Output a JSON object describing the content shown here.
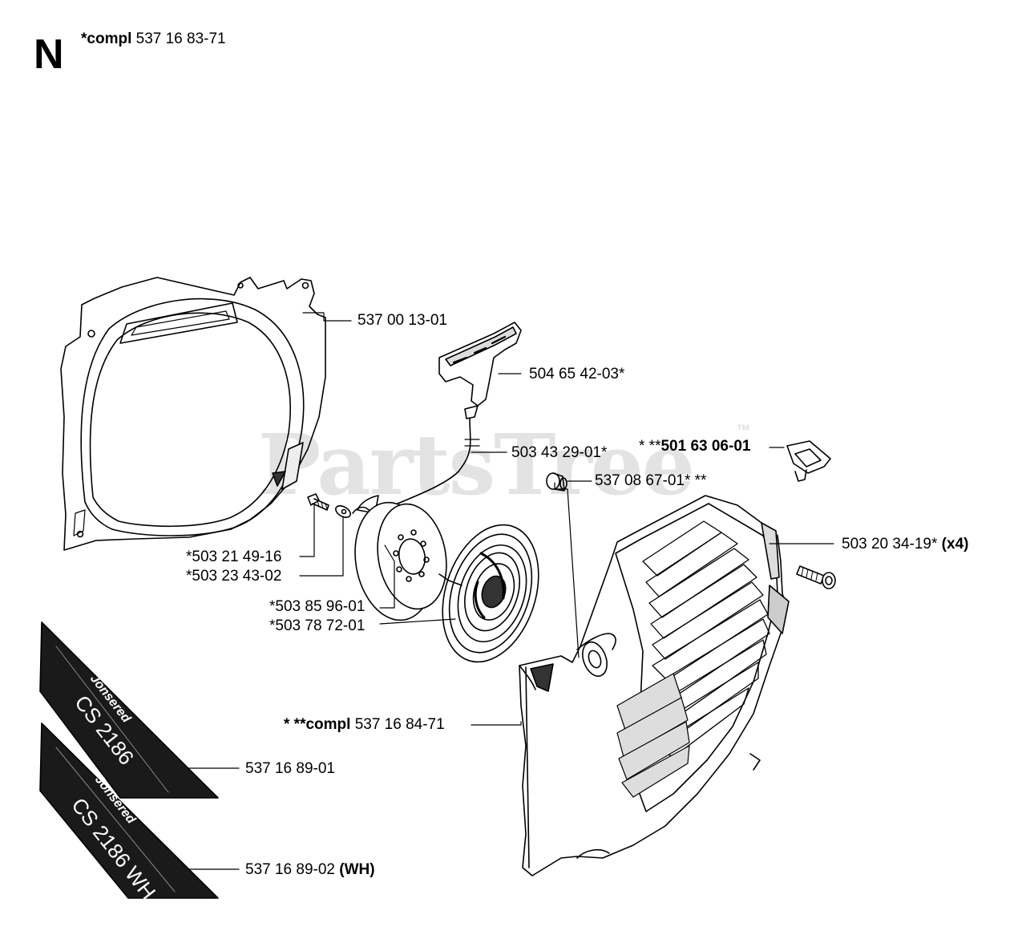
{
  "section_letter": "N",
  "header": {
    "prefix": "*compl",
    "part": "537 16 83-71"
  },
  "watermark": {
    "text": "PartsTree",
    "tm": "™"
  },
  "decals": [
    {
      "brand": "Jonsered",
      "model": "CS 2186"
    },
    {
      "brand": "Jonsered",
      "model": "CS 2186 WH"
    }
  ],
  "labels": {
    "fan_cover": {
      "text": "537 00 13-01"
    },
    "handle": {
      "text": "504 65 42-03*"
    },
    "cord": {
      "text": "503 43 29-01*"
    },
    "plug": {
      "prefix": "* **",
      "text": "501 63 06-01"
    },
    "bushing": {
      "text": "537 08 67-01* **"
    },
    "screw_x4": {
      "text": "503 20 34-19*",
      "suffix": "(x4)"
    },
    "screw": {
      "text": "*503 21 49-16"
    },
    "washer": {
      "text": "*503 23 43-02"
    },
    "pulley": {
      "text": "*503 85 96-01"
    },
    "spring": {
      "text": "*503 78 72-01"
    },
    "starter_compl": {
      "prefix": "* **compl",
      "text": "537 16 84-71"
    },
    "decal_1": {
      "text": "537 16 89-01"
    },
    "decal_2": {
      "text": "537 16 89-02",
      "suffix": "(WH)"
    }
  }
}
